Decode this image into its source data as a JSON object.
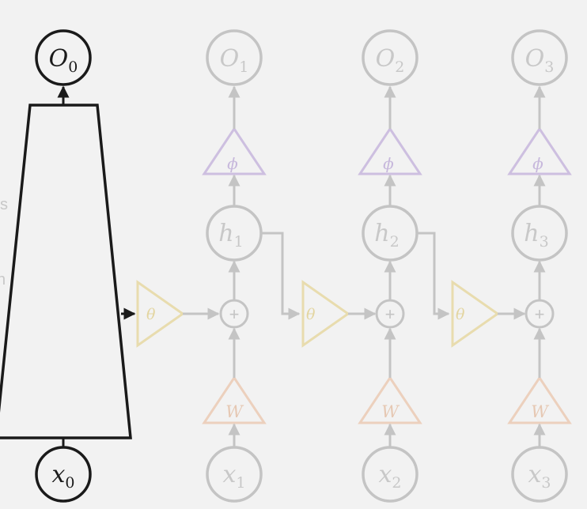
{
  "colors": {
    "background": "#f2f2f2",
    "active": "#1a1a1a",
    "faded_gray": "#c4c4c4",
    "faded_text": "#c8c8c8",
    "theta_yellow": "#e8dcae",
    "phi_purple": "#cdbfe0",
    "w_orange": "#ecd0bd"
  },
  "step0": {
    "output": {
      "base": "O",
      "sub": "0"
    },
    "input": {
      "base": "x",
      "sub": "0"
    }
  },
  "edge_fragments": [
    "s",
    "n"
  ],
  "steps": [
    {
      "output": {
        "base": "O",
        "sub": "1"
      },
      "hidden": {
        "base": "h",
        "sub": "1"
      },
      "input": {
        "base": "x",
        "sub": "1"
      },
      "phi": "ϕ",
      "w": "W",
      "sum": "+",
      "theta": "θ"
    },
    {
      "output": {
        "base": "O",
        "sub": "2"
      },
      "hidden": {
        "base": "h",
        "sub": "2"
      },
      "input": {
        "base": "x",
        "sub": "2"
      },
      "phi": "ϕ",
      "w": "W",
      "sum": "+",
      "theta": "θ"
    },
    {
      "output": {
        "base": "O",
        "sub": "3"
      },
      "hidden": {
        "base": "h",
        "sub": "3"
      },
      "input": {
        "base": "x",
        "sub": "3"
      },
      "phi": "ϕ",
      "w": "W",
      "sum": "+",
      "theta": "θ"
    }
  ]
}
